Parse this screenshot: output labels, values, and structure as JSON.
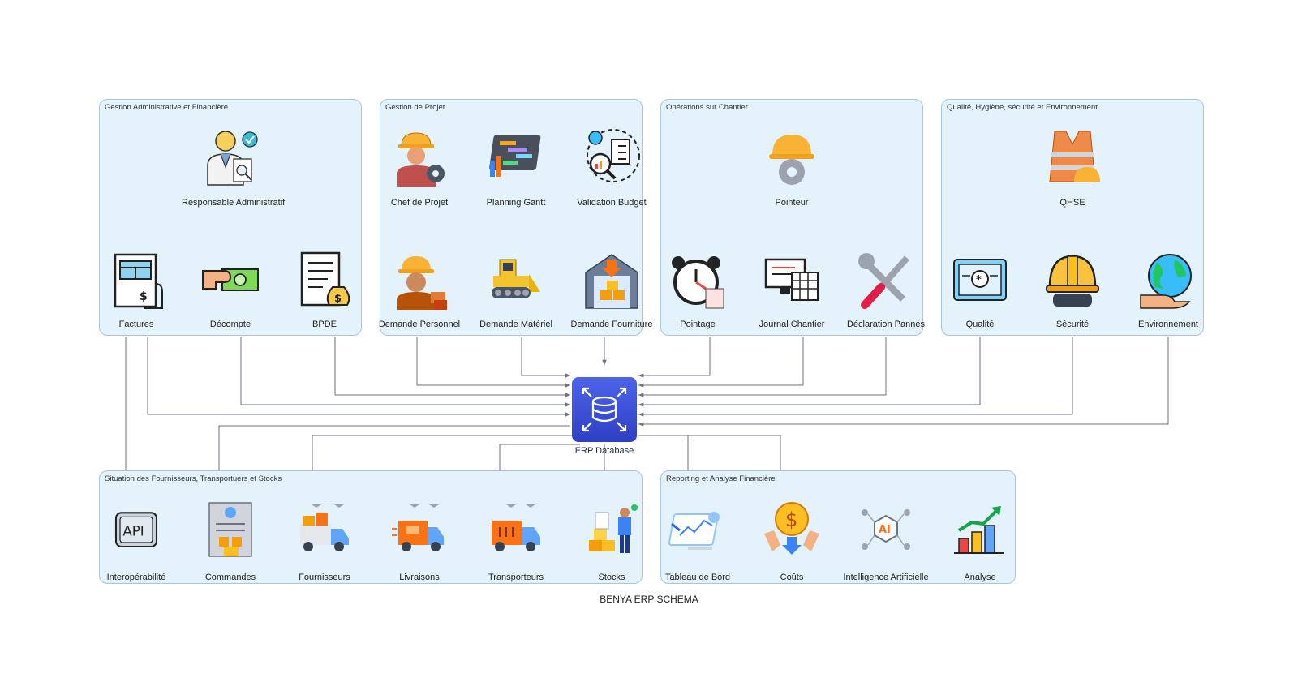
{
  "diagram_title": "BENYA ERP SCHEMA",
  "database": {
    "label": "ERP Database",
    "icon": "database-icon",
    "color": "#3c50d8"
  },
  "clusters": [
    {
      "title": "Gestion Administrative et Financière",
      "nodes": [
        {
          "label": "Responsable Administratif",
          "icon": "administrator-icon"
        },
        {
          "label": "Factures",
          "icon": "invoice-icon"
        },
        {
          "label": "Décompte",
          "icon": "payment-hand-icon"
        },
        {
          "label": "BPDE",
          "icon": "document-money-bag-icon"
        }
      ]
    },
    {
      "title": "Gestion de Projet",
      "nodes": [
        {
          "label": "Chef de Projet",
          "icon": "engineer-gear-icon"
        },
        {
          "label": "Planning Gantt",
          "icon": "gantt-chart-icon"
        },
        {
          "label": "Validation Budget",
          "icon": "checklist-magnifier-icon"
        },
        {
          "label": "Demande Personnel",
          "icon": "worker-icon"
        },
        {
          "label": "Demande Matériel",
          "icon": "bulldozer-icon"
        },
        {
          "label": "Demande Fourniture",
          "icon": "warehouse-icon"
        }
      ]
    },
    {
      "title": "Opérations sur Chantier",
      "nodes": [
        {
          "label": "Pointeur",
          "icon": "helmet-gear-icon"
        },
        {
          "label": "Pointage",
          "icon": "alarm-clock-icon"
        },
        {
          "label": "Journal Chantier",
          "icon": "computer-calendar-icon"
        },
        {
          "label": "Déclaration Pannes",
          "icon": "wrench-screwdriver-icon"
        }
      ]
    },
    {
      "title": "Qualité, Hygiène, sécurité et Environnement",
      "nodes": [
        {
          "label": "QHSE",
          "icon": "safety-vest-icon"
        },
        {
          "label": "Qualité",
          "icon": "certificate-icon"
        },
        {
          "label": "Sécurité",
          "icon": "hard-hat-icon"
        },
        {
          "label": "Environnement",
          "icon": "globe-hand-icon"
        }
      ]
    },
    {
      "title": "Situation des Fournisseurs, Transportuers et Stocks",
      "nodes": [
        {
          "label": "Interopérabilité",
          "icon": "api-icon"
        },
        {
          "label": "Commandes",
          "icon": "order-boxes-icon"
        },
        {
          "label": "Fournisseurs",
          "icon": "supplier-truck-icon"
        },
        {
          "label": "Livraisons",
          "icon": "delivery-truck-icon"
        },
        {
          "label": "Transporteurs",
          "icon": "transport-truck-icon"
        },
        {
          "label": "Stocks",
          "icon": "stock-boxes-icon"
        }
      ]
    },
    {
      "title": "Reporting et Analyse Financière",
      "nodes": [
        {
          "label": "Tableau de Bord",
          "icon": "dashboard-icon"
        },
        {
          "label": "Coûts",
          "icon": "dollar-coin-hands-icon"
        },
        {
          "label": "Intelligence Artificielle",
          "icon": "ai-network-icon"
        },
        {
          "label": "Analyse",
          "icon": "bar-chart-growth-icon"
        }
      ]
    }
  ],
  "colors": {
    "cluster_fill": "#e3f2fb",
    "cluster_border": "#a9c6d8",
    "edge": "#6b7280"
  }
}
